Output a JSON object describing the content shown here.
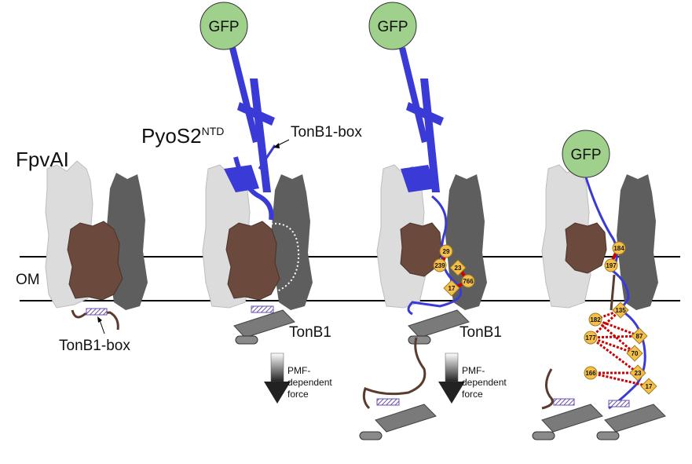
{
  "labels": {
    "fpvai": "FpvAI",
    "pyos2": "PyoS2",
    "pyos2_sup": "NTD",
    "om": "OM",
    "tonb1_box": "TonB1-box",
    "tonb1": "TonB1",
    "gfp": "GFP",
    "pmf_line1": "PMF-",
    "pmf_line2": "dependent",
    "pmf_line3": "force"
  },
  "colors": {
    "pyocin": "#3a3ad6",
    "plug": "#6b4a3d",
    "barrel_dark": "#5a5a5a",
    "barrel_light": "#d9d9d9",
    "gfp_fill": "#9fd08c",
    "marker": "#f5c04a",
    "crosslink": "#cc0000"
  },
  "panel3_markers": {
    "circles": [
      "29",
      "239",
      "23",
      "766",
      "17"
    ]
  },
  "panel4_markers": {
    "circles": [
      "184",
      "197",
      "182",
      "177",
      "166"
    ],
    "diamonds": [
      "135",
      "87",
      "70",
      "23",
      "17"
    ]
  }
}
